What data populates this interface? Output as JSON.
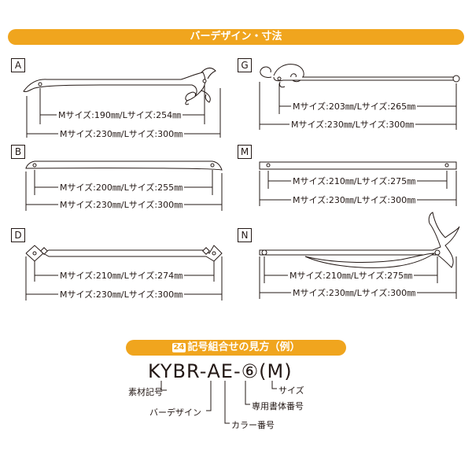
{
  "header": {
    "title": "バーデザイン・寸法"
  },
  "designs": [
    {
      "id": "A",
      "m": "Mサイズ:190㎜/Lサイズ:254㎜",
      "total": "Mサイズ:230㎜/Lサイズ:300㎜"
    },
    {
      "id": "G",
      "m": "Mサイズ:203㎜/Lサイズ:265㎜",
      "total": "Mサイズ:230㎜/Lサイズ:300㎜"
    },
    {
      "id": "B",
      "m": "Mサイズ:200㎜/Lサイズ:255㎜",
      "total": "Mサイズ:230㎜/Lサイズ:300㎜"
    },
    {
      "id": "M",
      "m": "Mサイズ:210㎜/Lサイズ:275㎜",
      "total": "Mサイズ:230㎜/Lサイズ:300㎜"
    },
    {
      "id": "D",
      "m": "Mサイズ:210㎜/Lサイズ:274㎜",
      "total": "Mサイズ:230㎜/Lサイズ:300㎜"
    },
    {
      "id": "N",
      "m": "Mサイズ:210㎜/Lサイズ:275㎜",
      "total": "Mサイズ:230㎜/Lサイズ:300㎜"
    }
  ],
  "legend": {
    "badge": "24",
    "title": "記号組合せの見方（例）",
    "code": {
      "p1": "KYBR-",
      "p2": "A",
      "p3": "E",
      "p4": "-",
      "p5": "⑥",
      "p6": "(M)"
    },
    "labels": {
      "material": "素材記号",
      "bar": "バーデザイン",
      "color": "カラー番号",
      "font": "専用書体番号",
      "size": "サイズ"
    }
  }
}
